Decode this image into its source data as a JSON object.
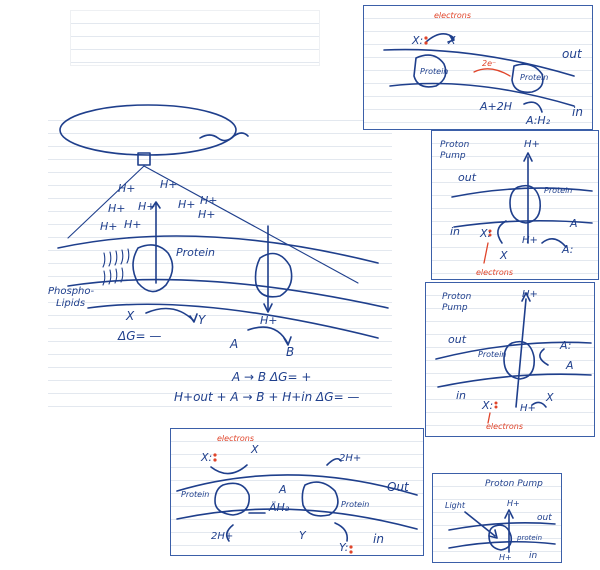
{
  "top_left_placeholder": {},
  "panel_main": {
    "protein": "Protein",
    "phospholipids_1": "Phospho-",
    "phospholipids_2": "Lipids",
    "h_plus": "H+",
    "x": "X",
    "y": "Y",
    "delta_g": "ΔG= —",
    "a": "A",
    "b": "B",
    "eq1": "A  →  B          ΔG= +",
    "eq2": "H+out +  A   →  B + H+in  ΔG= —"
  },
  "panel_electron_top": {
    "electrons": "electrons",
    "x_left": "X:",
    "x_right": "X",
    "protein_left": "Protein",
    "protein_right": "Protein",
    "two_e": "2e⁻",
    "out": "out",
    "in": "in",
    "eq": "A+2H",
    "ah2": "A:H₂"
  },
  "panel_pump_1": {
    "title_1": "Proton",
    "title_2": "Pump",
    "h_plus_top": "H+",
    "out": "out",
    "in": "in",
    "protein": "Protein",
    "x": "X:",
    "x2": "X",
    "h_plus": "H+",
    "a": "A",
    "a_dots": "A:",
    "electrons": "electrons"
  },
  "panel_pump_2": {
    "title_1": "Proton",
    "title_2": "Pump",
    "h_plus_top": "H+",
    "out": "out",
    "in": "in",
    "protein": "Protein",
    "a_dots": "A:",
    "a": "A",
    "x_dots": "X:",
    "x": "X",
    "h_plus": "H+",
    "electrons": "electrons"
  },
  "panel_bottom": {
    "electrons": "electrons",
    "x_dots": "X:",
    "x": "X",
    "two_h": "2H+",
    "two_h_bottom": "2H+",
    "protein_left": "Protein",
    "protein_right": "Protein",
    "a": "A",
    "ah2": "ÄH₂",
    "out": "Out",
    "in": "in",
    "y": "Y",
    "y_dots": "Y:"
  },
  "panel_pump_light": {
    "title": "Proton Pump",
    "light": "Light",
    "h_plus_top": "H+",
    "out": "out",
    "in": "in",
    "protein": "protein",
    "h_plus_bottom": "H+"
  }
}
